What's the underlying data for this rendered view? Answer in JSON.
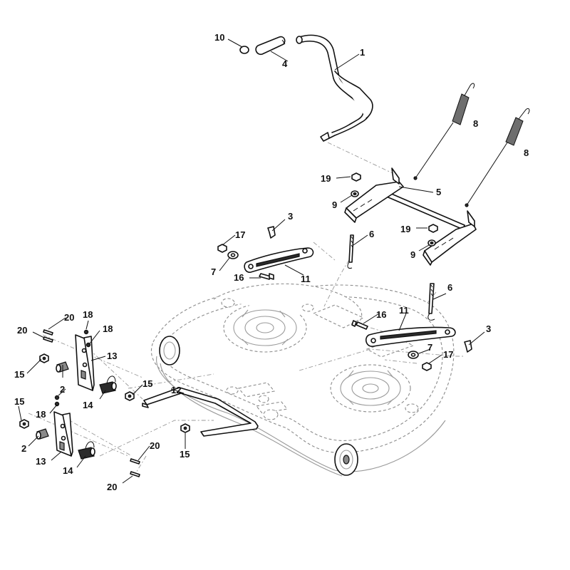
{
  "diagram": {
    "type": "exploded-parts-view",
    "callouts": [
      {
        "id": "c1",
        "label": "1"
      },
      {
        "id": "c2a",
        "label": "2"
      },
      {
        "id": "c2b",
        "label": "2"
      },
      {
        "id": "c3a",
        "label": "3"
      },
      {
        "id": "c3b",
        "label": "3"
      },
      {
        "id": "c4",
        "label": "4"
      },
      {
        "id": "c5",
        "label": "5"
      },
      {
        "id": "c6a",
        "label": "6"
      },
      {
        "id": "c6b",
        "label": "6"
      },
      {
        "id": "c7a",
        "label": "7"
      },
      {
        "id": "c7b",
        "label": "7"
      },
      {
        "id": "c8a",
        "label": "8"
      },
      {
        "id": "c8b",
        "label": "8"
      },
      {
        "id": "c9a",
        "label": "9"
      },
      {
        "id": "c9b",
        "label": "9"
      },
      {
        "id": "c10",
        "label": "10"
      },
      {
        "id": "c11a",
        "label": "11"
      },
      {
        "id": "c11b",
        "label": "11"
      },
      {
        "id": "c12",
        "label": "12"
      },
      {
        "id": "c13a",
        "label": "13"
      },
      {
        "id": "c13b",
        "label": "13"
      },
      {
        "id": "c14a",
        "label": "14"
      },
      {
        "id": "c14b",
        "label": "14"
      },
      {
        "id": "c15a",
        "label": "15"
      },
      {
        "id": "c15b",
        "label": "15"
      },
      {
        "id": "c15c",
        "label": "15"
      },
      {
        "id": "c15d",
        "label": "15"
      },
      {
        "id": "c16a",
        "label": "16"
      },
      {
        "id": "c16b",
        "label": "16"
      },
      {
        "id": "c17a",
        "label": "17"
      },
      {
        "id": "c17b",
        "label": "17"
      },
      {
        "id": "c18a",
        "label": "18"
      },
      {
        "id": "c18b",
        "label": "18"
      },
      {
        "id": "c18c",
        "label": "18"
      },
      {
        "id": "c19a",
        "label": "19"
      },
      {
        "id": "c19b",
        "label": "19"
      },
      {
        "id": "c20a",
        "label": "20"
      },
      {
        "id": "c20b",
        "label": "20"
      },
      {
        "id": "c20c",
        "label": "20"
      },
      {
        "id": "c20d",
        "label": "20"
      }
    ]
  }
}
